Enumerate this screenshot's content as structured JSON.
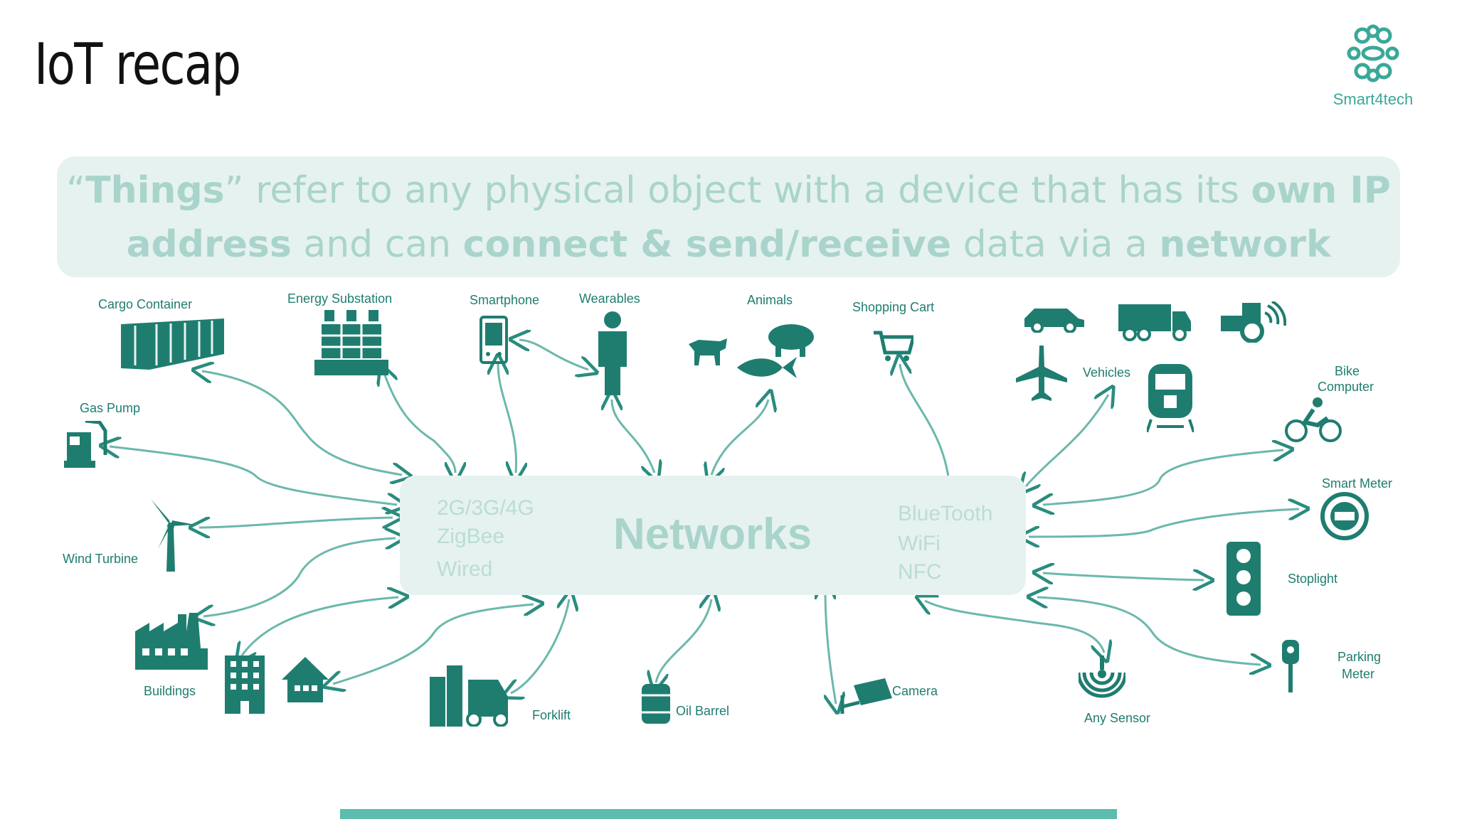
{
  "slide": {
    "title": "IoT recap",
    "brand": "Smart4tech"
  },
  "banner": {
    "l1_q1": "“",
    "l1_b1": "Things",
    "l1_t1": "” refer to any physical object with a device that has its ",
    "l1_b2": "own IP",
    "l2_b1": "address",
    "l2_t1": " and can ",
    "l2_b2": "connect & send/receive",
    "l2_t2": " data via a ",
    "l2_b3": "network"
  },
  "networks": {
    "title": "Networks",
    "left": [
      "2G/3G/4G",
      "ZigBee",
      "Wired"
    ],
    "right": [
      "BlueTooth",
      "WiFi",
      "NFC"
    ]
  },
  "labels": {
    "cargo": "Cargo Container",
    "energy": "Energy Substation",
    "smartphone": "Smartphone",
    "wearables": "Wearables",
    "animals": "Animals",
    "cart": "Shopping Cart",
    "vehicles": "Vehicles",
    "bike1": "Bike",
    "bike2": "Computer",
    "gas": "Gas Pump",
    "wind": "Wind Turbine",
    "meter": "Smart Meter",
    "stoplight": "Stoplight",
    "buildings": "Buildings",
    "forklift": "Forklift",
    "oil": "Oil Barrel",
    "camera": "Camera",
    "sensor": "Any Sensor",
    "parking1": "Parking",
    "parking2": "Meter"
  },
  "colors": {
    "accent": "#1f7d70",
    "box": "#e6f2ef",
    "bar": "#5cbcad"
  }
}
